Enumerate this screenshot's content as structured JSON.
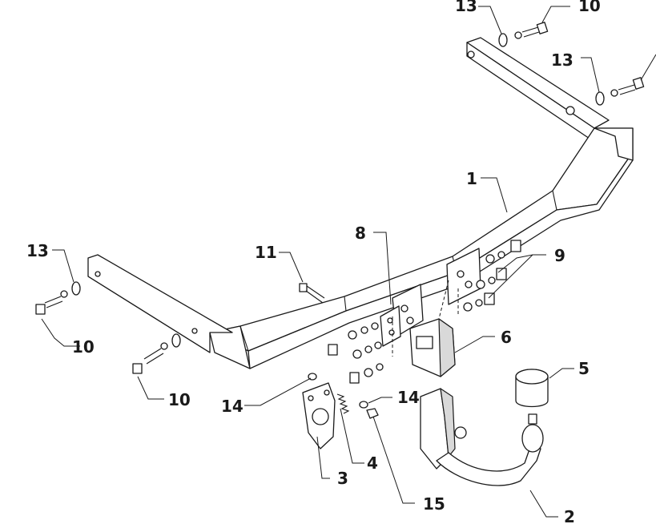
{
  "callouts": {
    "part_1": "1",
    "part_2": "2",
    "part_3": "3",
    "part_4": "4",
    "part_5": "5",
    "part_6": "6",
    "part_8": "8",
    "part_9": "9",
    "part_10_top": "10",
    "part_10_left_upper": "10",
    "part_10_left_lower": "10",
    "part_11": "11",
    "part_13_top_left": "13",
    "part_13_top_right": "13",
    "part_13_left": "13",
    "part_14_left": "14",
    "part_14_right": "14",
    "part_15": "15"
  }
}
